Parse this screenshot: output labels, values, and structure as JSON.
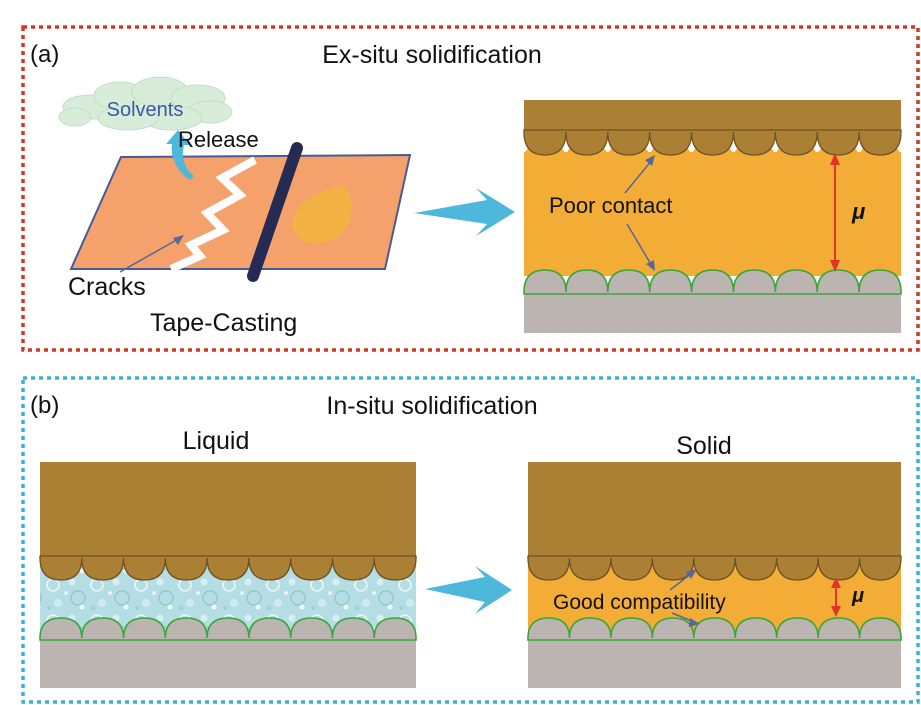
{
  "panel_a": {
    "tag": "(a)",
    "title": "Ex-situ solidification",
    "labels": {
      "solvents": "Solvents",
      "release": "Release",
      "cracks": "Cracks",
      "tape_casting": "Tape-Casting",
      "poor_contact": "Poor contact",
      "mu": "μ"
    }
  },
  "panel_b": {
    "tag": "(b)",
    "title": "In-situ solidification",
    "labels": {
      "liquid": "Liquid",
      "solid": "Solid",
      "good_compatibility": "Good compatibility",
      "mu": "μ"
    }
  },
  "colors": {
    "panel_a_border": "#d7342a",
    "panel_b_border": "#3eb0d6",
    "anode_brown": "#ab8035",
    "electrolyte_orange": "#f3ad37",
    "cathode_gray": "#bcb4b0",
    "green_outline": "#3ca53c",
    "liquid_blue": "#b6dde4",
    "arrow_blue": "#4eb7dc",
    "double_arrow_red": "#e0352a",
    "pointer_blue": "#56689a",
    "tape_sheet": "#f4a16c",
    "tape_edge": "#4a5a96",
    "droplet": "#f1b342",
    "rod": "#262b54",
    "cloud_fill": "#d7ecd9",
    "solvents_text": "#3b5aa8"
  },
  "icons": [
    "cloud-icon",
    "curved-up-arrow-icon",
    "rod-icon",
    "droplet-icon",
    "right-arrow-icon",
    "double-headed-arrow-icon"
  ]
}
